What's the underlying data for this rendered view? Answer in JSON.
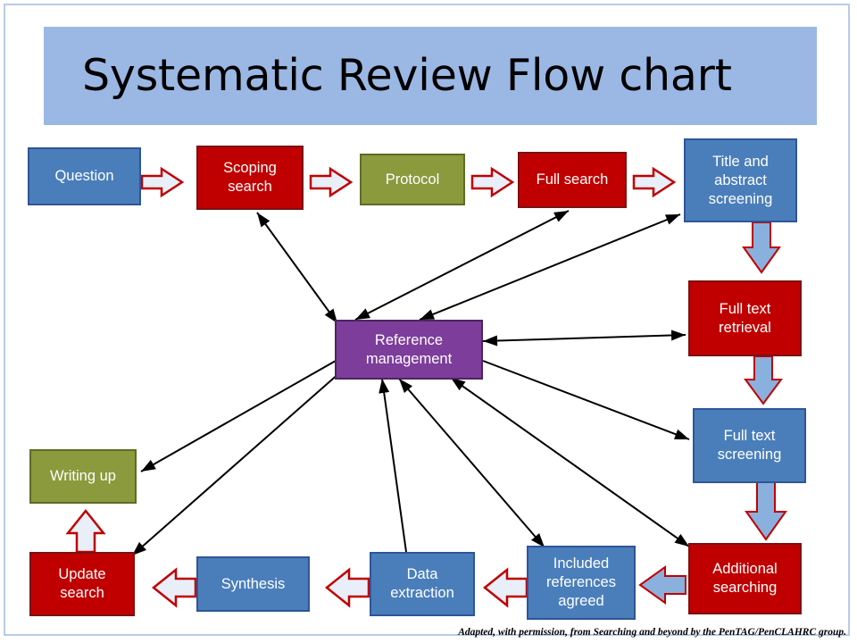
{
  "title": "Systematic Review Flow chart",
  "caption": "Adapted, with permission, from Searching and beyond by the PenTAG/PenCLAHRC group.",
  "colors": {
    "banner": "#9bb7e4",
    "blue": "#4a7ebb",
    "red": "#c00000",
    "olive": "#8a9a3d",
    "purple": "#7c3d9b",
    "arrow_fill": "#8ab0dd",
    "arrow_fill_red": "#b9cbe6",
    "arrow_stroke_red": "#c00000",
    "line": "#000000",
    "frame": "#b9cbe6"
  },
  "nodes": [
    {
      "id": "question",
      "label": "Question",
      "color": "blue"
    },
    {
      "id": "scoping-search",
      "label": "Scoping search",
      "color": "red"
    },
    {
      "id": "protocol",
      "label": "Protocol",
      "color": "olive"
    },
    {
      "id": "full-search",
      "label": "Full search",
      "color": "red"
    },
    {
      "id": "title-abstract",
      "label": "Title and abstract screening",
      "color": "blue"
    },
    {
      "id": "full-text-retrieval",
      "label": "Full text retrieval",
      "color": "red"
    },
    {
      "id": "full-text-screening",
      "label": "Full text screening",
      "color": "blue"
    },
    {
      "id": "additional-searching",
      "label": "Additional searching",
      "color": "red"
    },
    {
      "id": "included-references",
      "label": "Included references agreed",
      "color": "blue"
    },
    {
      "id": "data-extraction",
      "label": "Data extraction",
      "color": "blue"
    },
    {
      "id": "synthesis",
      "label": "Synthesis",
      "color": "blue"
    },
    {
      "id": "update-search",
      "label": "Update search",
      "color": "red"
    },
    {
      "id": "writing-up",
      "label": "Writing up",
      "color": "olive"
    },
    {
      "id": "reference-management",
      "label": "Reference management",
      "color": "purple"
    }
  ],
  "block_arrows": [
    {
      "id": "question-to-scoping",
      "direction": "right",
      "style": "red-outline"
    },
    {
      "id": "scoping-to-protocol",
      "direction": "right",
      "style": "red-outline"
    },
    {
      "id": "protocol-to-full-search",
      "direction": "right",
      "style": "red-outline"
    },
    {
      "id": "full-search-to-title",
      "direction": "right",
      "style": "red-outline"
    },
    {
      "id": "title-to-full-text-retrieval",
      "direction": "down",
      "style": "blue-red-outline"
    },
    {
      "id": "retrieval-to-screening",
      "direction": "down",
      "style": "blue-red-outline"
    },
    {
      "id": "screening-to-additional",
      "direction": "down",
      "style": "blue-red-outline"
    },
    {
      "id": "additional-to-included",
      "direction": "left",
      "style": "blue-red-outline"
    },
    {
      "id": "included-to-data-extraction",
      "direction": "left",
      "style": "red-outline"
    },
    {
      "id": "data-extraction-to-synthesis",
      "direction": "left",
      "style": "red-outline"
    },
    {
      "id": "synthesis-to-update-search",
      "direction": "left",
      "style": "red-outline"
    },
    {
      "id": "update-search-to-writing-up",
      "direction": "up",
      "style": "red-outline"
    }
  ],
  "reference_links": [
    {
      "id": "link-scoping-search",
      "node": "scoping-search",
      "double": true
    },
    {
      "id": "link-full-search",
      "node": "full-search",
      "double": true
    },
    {
      "id": "link-title-abstract",
      "node": "title-abstract",
      "double": true
    },
    {
      "id": "link-full-text-retrieval",
      "node": "full-text-retrieval",
      "double": true
    },
    {
      "id": "link-full-text-screening",
      "node": "full-text-screening",
      "double": false
    },
    {
      "id": "link-additional-searching",
      "node": "additional-searching",
      "double": true
    },
    {
      "id": "link-included-references",
      "node": "included-references",
      "double": true
    },
    {
      "id": "link-data-extraction",
      "node": "data-extraction",
      "double": false
    },
    {
      "id": "link-update-search",
      "node": "update-search",
      "double": false
    },
    {
      "id": "link-writing-up",
      "node": "writing-up",
      "double": false
    }
  ]
}
